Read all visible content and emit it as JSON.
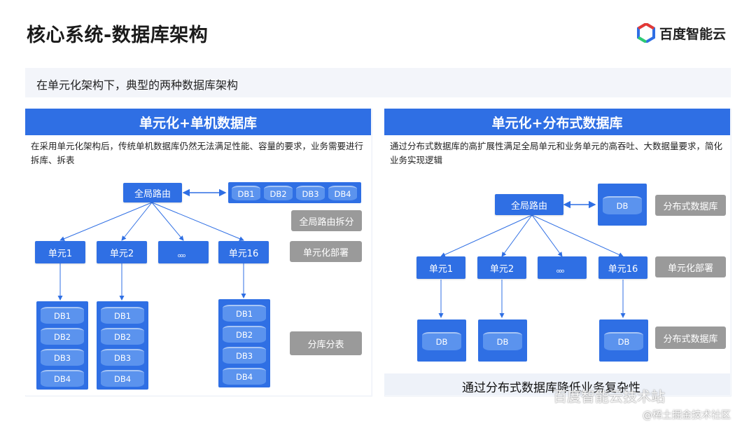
{
  "title": "核心系统-数据库架构",
  "logo": {
    "text": "百度智能云"
  },
  "intro": "在单元化架构下，典型的两种数据库架构",
  "left": {
    "header": "单元化+单机数据库",
    "desc": "在采用单元化架构后，传统单机数据库仍然无法满足性能、容量的要求，业务需要进行拆库、拆表",
    "router": "全局路由",
    "router_dbs": [
      "DB1",
      "DB2",
      "DB3",
      "DB4"
    ],
    "units": [
      "单元1",
      "单元2",
      "。。。",
      "单元16"
    ],
    "stacks": [
      [
        "DB1",
        "DB2",
        "DB3",
        "DB4"
      ],
      [
        "DB1",
        "DB2",
        "DB3",
        "DB4"
      ],
      [
        "DB1",
        "DB2",
        "DB3",
        "DB4"
      ]
    ],
    "labels": [
      "全局路由拆分",
      "单元化部署",
      "分库分表"
    ]
  },
  "right": {
    "header": "单元化+分布式数据库",
    "desc": "通过分布式数据库的高扩展性满足全局单元和业务单元的高吞吐、大数据量要求，简化业务实现逻辑",
    "router": "全局路由",
    "router_db": "DB",
    "units": [
      "单元1",
      "单元2",
      "。。。",
      "单元16"
    ],
    "unit_dbs": [
      "DB",
      "DB",
      "DB"
    ],
    "labels": [
      "分布式数据库",
      "单元化部署",
      "分布式数据库"
    ],
    "footer": "通过分布式数据库降低业务复杂性"
  },
  "watermarks": [
    "百度智能云技术站",
    "@稀土掘金技术社区"
  ],
  "colors": {
    "accent": "#2f6fe4",
    "gray": "#9a9a9a"
  }
}
